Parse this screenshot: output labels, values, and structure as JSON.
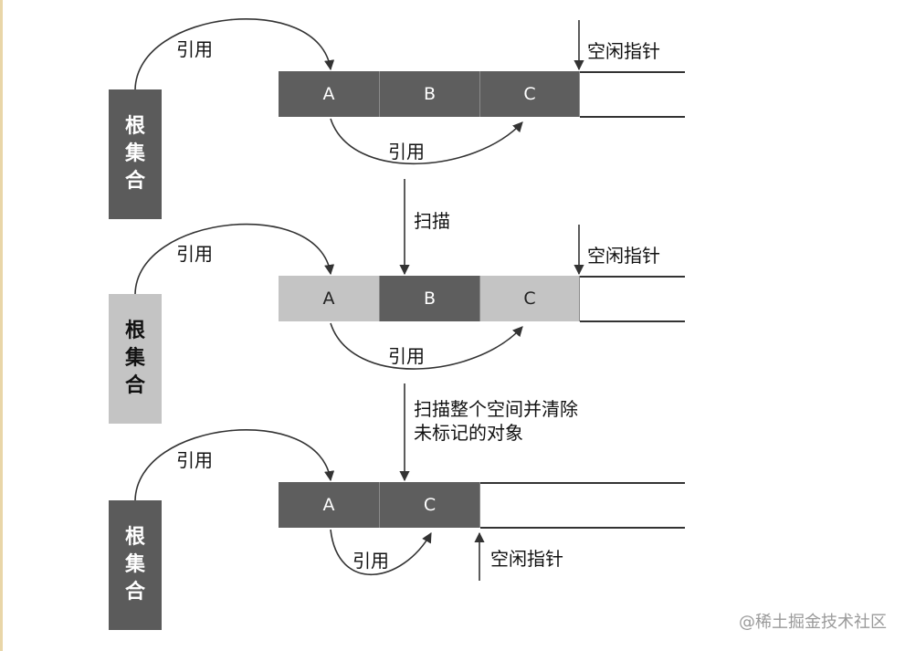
{
  "labels": {
    "reference": "引用",
    "free_pointer": "空闲指针",
    "scan": "扫描",
    "scan_and_clear_line1": "扫描整个空间并清除",
    "scan_and_clear_line2": "未标记的对象"
  },
  "root_set": [
    "根",
    "集",
    "合"
  ],
  "stage1": {
    "cells": [
      "A",
      "B",
      "C"
    ]
  },
  "stage2": {
    "cells": [
      "A",
      "B",
      "C"
    ]
  },
  "stage3": {
    "cells": [
      "A",
      "C"
    ]
  },
  "watermark": "@稀土掘金技术社区",
  "colors": {
    "dark": "#5e5e5e",
    "light": "#c4c4c4",
    "line": "#333333"
  }
}
